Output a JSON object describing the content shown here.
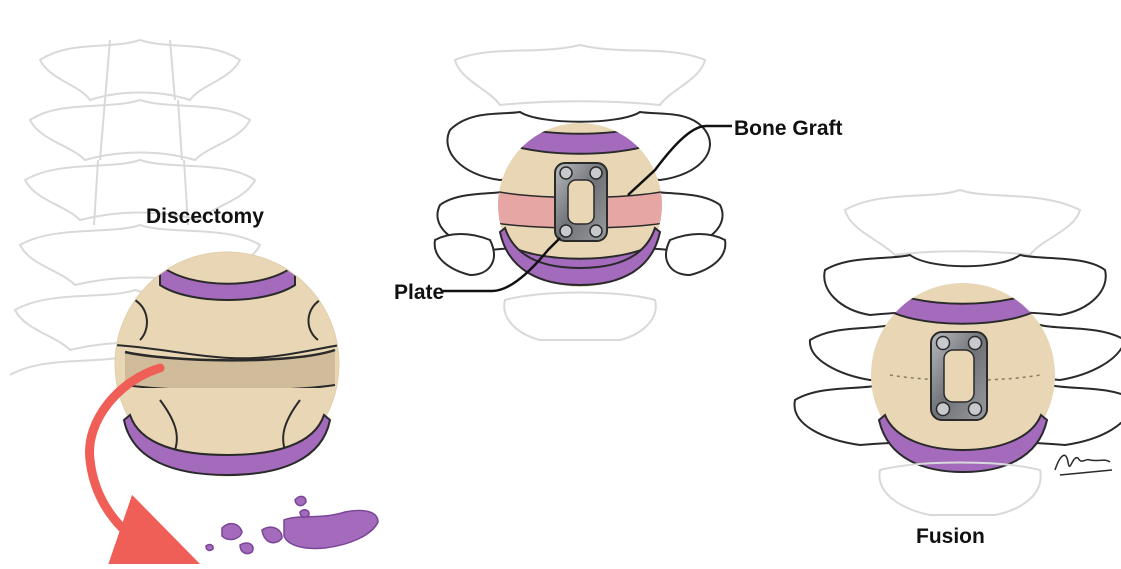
{
  "labels": {
    "discectomy": "Discectomy",
    "bone_graft": "Bone Graft",
    "plate": "Plate",
    "fusion": "Fusion"
  },
  "colors": {
    "bone_outline": "#2a2a2a",
    "faded_outline": "#d6d6d6",
    "bone_fill": "#ffffff",
    "magnified_fill": "#e8d6b4",
    "disc_purple": "#a46bbd",
    "disc_purple_dark": "#7a4597",
    "graft_pink": "#e6a7a4",
    "plate_metal": "#8a8c90",
    "arrow_red": "#ef5e57"
  },
  "signature": "AM"
}
